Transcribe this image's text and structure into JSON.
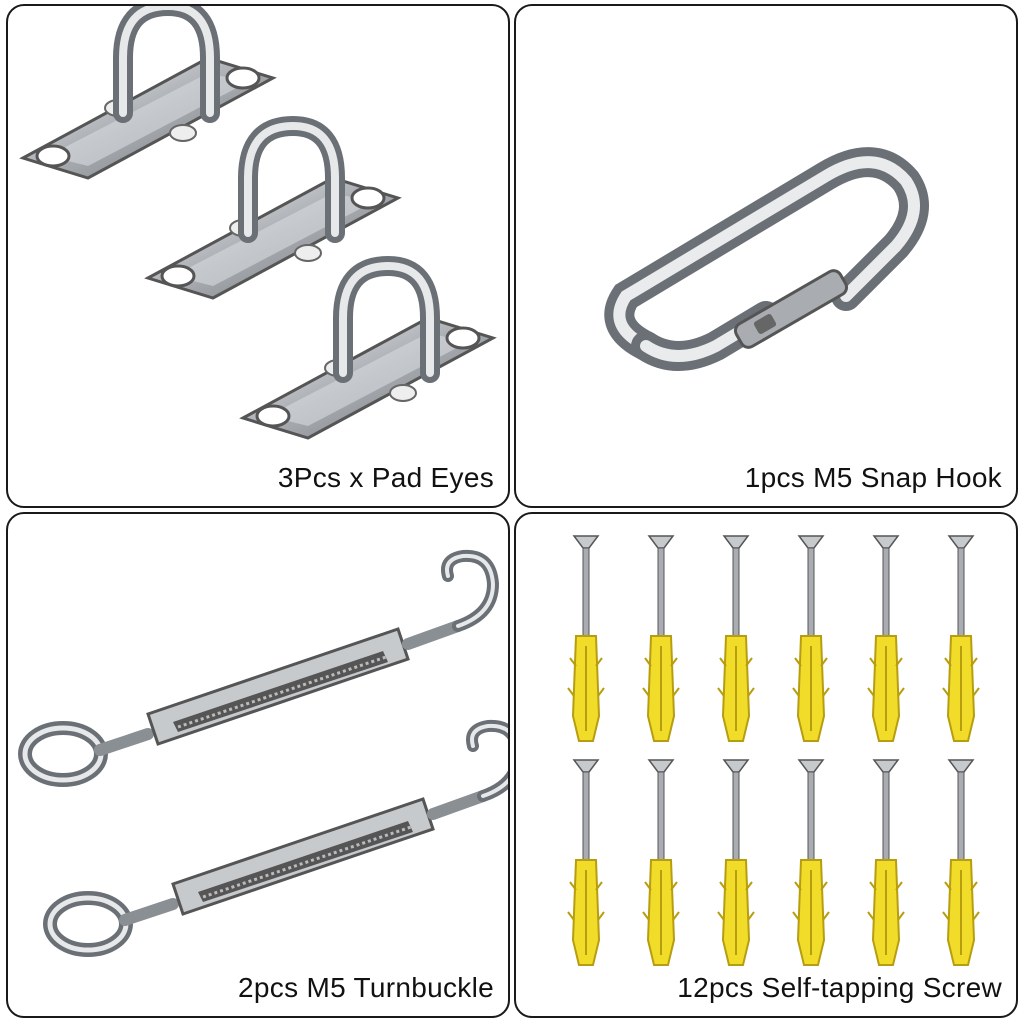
{
  "panels": [
    {
      "caption": "3Pcs x Pad Eyes",
      "icon": "pad-eye-icon"
    },
    {
      "caption": "1pcs M5 Snap Hook",
      "icon": "snap-hook-icon"
    },
    {
      "caption": "2pcs M5 Turnbuckle",
      "icon": "turnbuckle-icon"
    },
    {
      "caption": "12pcs Self-tapping Screw",
      "icon": "screw-anchor-icon"
    }
  ],
  "colors": {
    "border": "#1a1a1a",
    "steel": "#b8bcc0",
    "anchor_yellow": "#f2dc2a"
  }
}
